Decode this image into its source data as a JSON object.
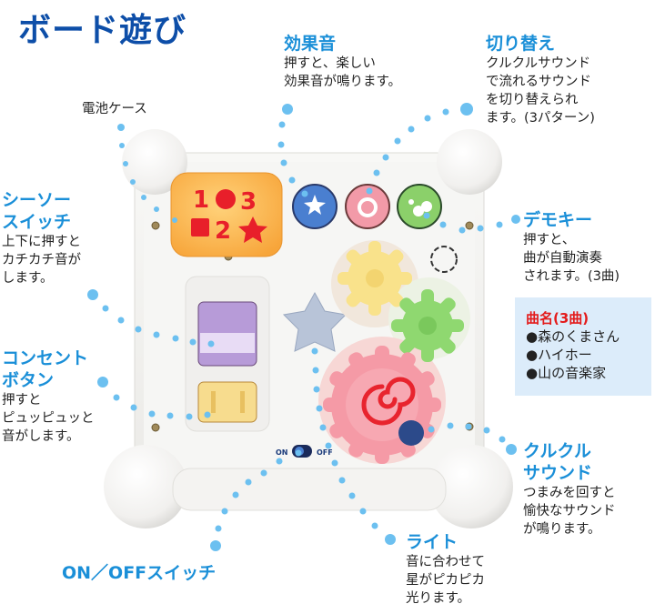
{
  "page_title": "ボード遊び",
  "labels": {
    "battery_case": {
      "title": "電池ケース"
    },
    "sound_effect": {
      "title": "効果音",
      "desc": [
        "押すと、楽しい",
        "効果音が鳴ります。"
      ]
    },
    "switch_mode": {
      "title": "切り替え",
      "desc": [
        "クルクルサウンド",
        "で流れるサウンド",
        "を切り替えられ",
        "ます。(3パターン)"
      ]
    },
    "seesaw_switch": {
      "title": [
        "シーソー",
        "スイッチ"
      ],
      "desc": [
        "上下に押すと",
        "カチカチ音が",
        "します。"
      ]
    },
    "demo_key": {
      "title": "デモキー",
      "desc": [
        "押すと、",
        "曲が自動演奏",
        "されます。(3曲)"
      ]
    },
    "outlet_button": {
      "title": [
        "コンセント",
        "ボタン"
      ],
      "desc": [
        "押すと",
        "ピュッピュッと",
        "音がします。"
      ]
    },
    "kurukuru_sound": {
      "title": [
        "クルクル",
        "サウンド"
      ],
      "desc": [
        "つまみを回すと",
        "愉快なサウンド",
        "が鳴ります。"
      ]
    },
    "light": {
      "title": "ライト",
      "desc": [
        "音に合わせて",
        "星がピカピカ",
        "光ります。"
      ]
    },
    "power_switch": {
      "title": "ON／OFFスイッチ"
    }
  },
  "song_list": {
    "heading": "曲名(3曲)",
    "items": [
      "●森のくまさん",
      "●ハイホー",
      "●山の音楽家"
    ]
  },
  "toy": {
    "shape_panel_symbols": [
      "1",
      "●",
      "3",
      "■",
      "2",
      "★"
    ],
    "switch_labels": {
      "on": "ON",
      "off": "OFF"
    }
  },
  "colors": {
    "title_navy": "#0d4ea8",
    "label_blue": "#1a8fd8",
    "dot_blue": "#6cc0f0",
    "song_box_bg": "#dcecfa",
    "song_head_red": "#e31b1b",
    "panel_orange": "#ffb347",
    "button_blue": "#4a7fd0",
    "button_pink": "#f29aa8",
    "button_green": "#8bd06a",
    "seesaw_purple": "#b79bd8",
    "outlet_yellow": "#f7dc8e",
    "gear_yellow": "#f9e28b",
    "gear_green": "#8fd870",
    "gear_pink": "#f59aa6",
    "star_grey": "#b8c4d8"
  }
}
